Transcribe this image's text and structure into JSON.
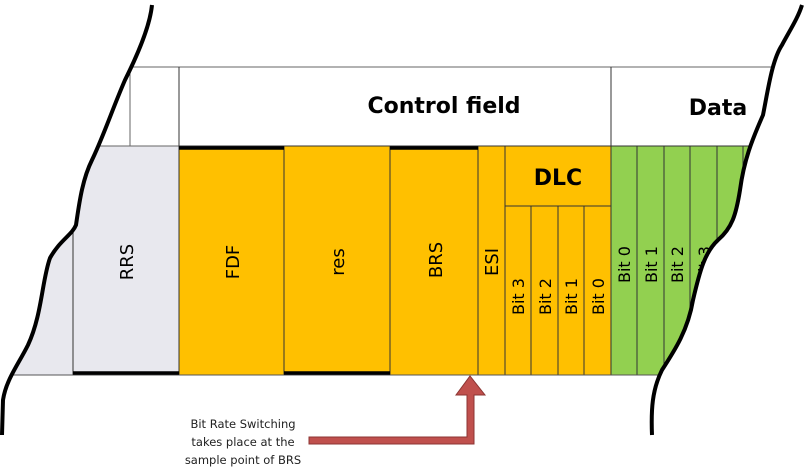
{
  "headers": {
    "control_field": "Control field",
    "data": "Data"
  },
  "fields": {
    "rrs": "RRS",
    "fdf": "FDF",
    "res": "res",
    "brs": "BRS",
    "esi": "ESI",
    "dlc": "DLC"
  },
  "dlc_bits": [
    "Bit 3",
    "Bit 2",
    "Bit 1",
    "Bit 0"
  ],
  "data_bits": [
    "Bit 0",
    "Bit 1",
    "Bit 2",
    "Bit 3"
  ],
  "annotation": [
    "Bit Rate Switching",
    "takes place at the",
    "sample point of BRS"
  ],
  "colors": {
    "orange": "#ffc000",
    "green": "#92d050",
    "gray": "#e8e8ee",
    "arrow": "#c0504d"
  }
}
